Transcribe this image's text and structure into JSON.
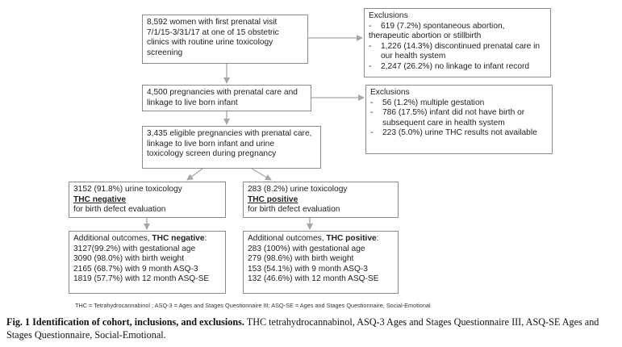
{
  "boxes": {
    "cohort": {
      "lines": [
        "8,592 women with first prenatal visit",
        "7/1/15-3/31/17 at one of 15 obstetric",
        "clinics with routine urine toxicology",
        "screening"
      ]
    },
    "exclusions1": {
      "title": "Exclusions",
      "dash": "-",
      "items": [
        "619 (7.2%) spontaneous abortion,",
        "therapeutic abortion or stillbirth",
        "1,226 (14.3%) discontinued prenatal care in",
        "our health system",
        "2,247 (26.2%) no linkage to infant record"
      ]
    },
    "linked": {
      "lines": [
        "4,500 pregnancies with prenatal care and",
        "linkage to live born infant"
      ]
    },
    "exclusions2": {
      "title": "Exclusions",
      "dash": "-",
      "items": [
        "56 (1.2%) multiple gestation",
        "786 (17.5%) infant did not have birth or",
        "subsequent care in health system",
        "223 (5.0%) urine THC results not available"
      ]
    },
    "eligible": {
      "lines": [
        "3,435 eligible pregnancies with prenatal care,",
        "linkage to live born infant and urine",
        "toxicology screen during pregnancy"
      ]
    },
    "negative": {
      "line1": "3152 (91.8%) urine toxicology",
      "status": "THC negative",
      "line3": "for birth defect evaluation"
    },
    "positive": {
      "line1": "283 (8.2%) urine toxicology",
      "status": "THC positive",
      "line3": "for birth defect evaluation"
    },
    "neg_outcomes": {
      "prefix": "Additional outcomes, ",
      "label": "THC negative",
      "suffix": ":",
      "items": [
        "3127(99.2%) with gestational age",
        "3090 (98.0%) with birth weight",
        "2165 (68.7%) with 9 month ASQ-3",
        "1819 (57.7%) with 12 month ASQ-SE"
      ]
    },
    "pos_outcomes": {
      "prefix": "Additional outcomes, ",
      "label": "THC positive",
      "suffix": ":",
      "items": [
        "283 (100%) with gestational age",
        "279 (98.6%) with birth weight",
        "153 (54.1%) with 9 month ASQ-3",
        "132 (46.6%) with 12 month ASQ-SE"
      ]
    }
  },
  "footnote": "THC = Tetrahydrocannabinol ; ASQ-3 = Ages and Stages Questionnaire III; ASQ-SE = Ages and Stages Questionnaire, Social-Emotional",
  "caption": {
    "fig": "Fig. 1",
    "title": "Identification of cohort, inclusions, and exclusions.",
    "text": "THC tetrahydrocannabinol, ASQ-3 Ages and Stages Questionnaire III, ASQ-SE Ages and Stages Questionnaire, Social-Emotional."
  },
  "colors": {
    "border": "#8c8c8c",
    "arrow": "#a6a6a6"
  }
}
